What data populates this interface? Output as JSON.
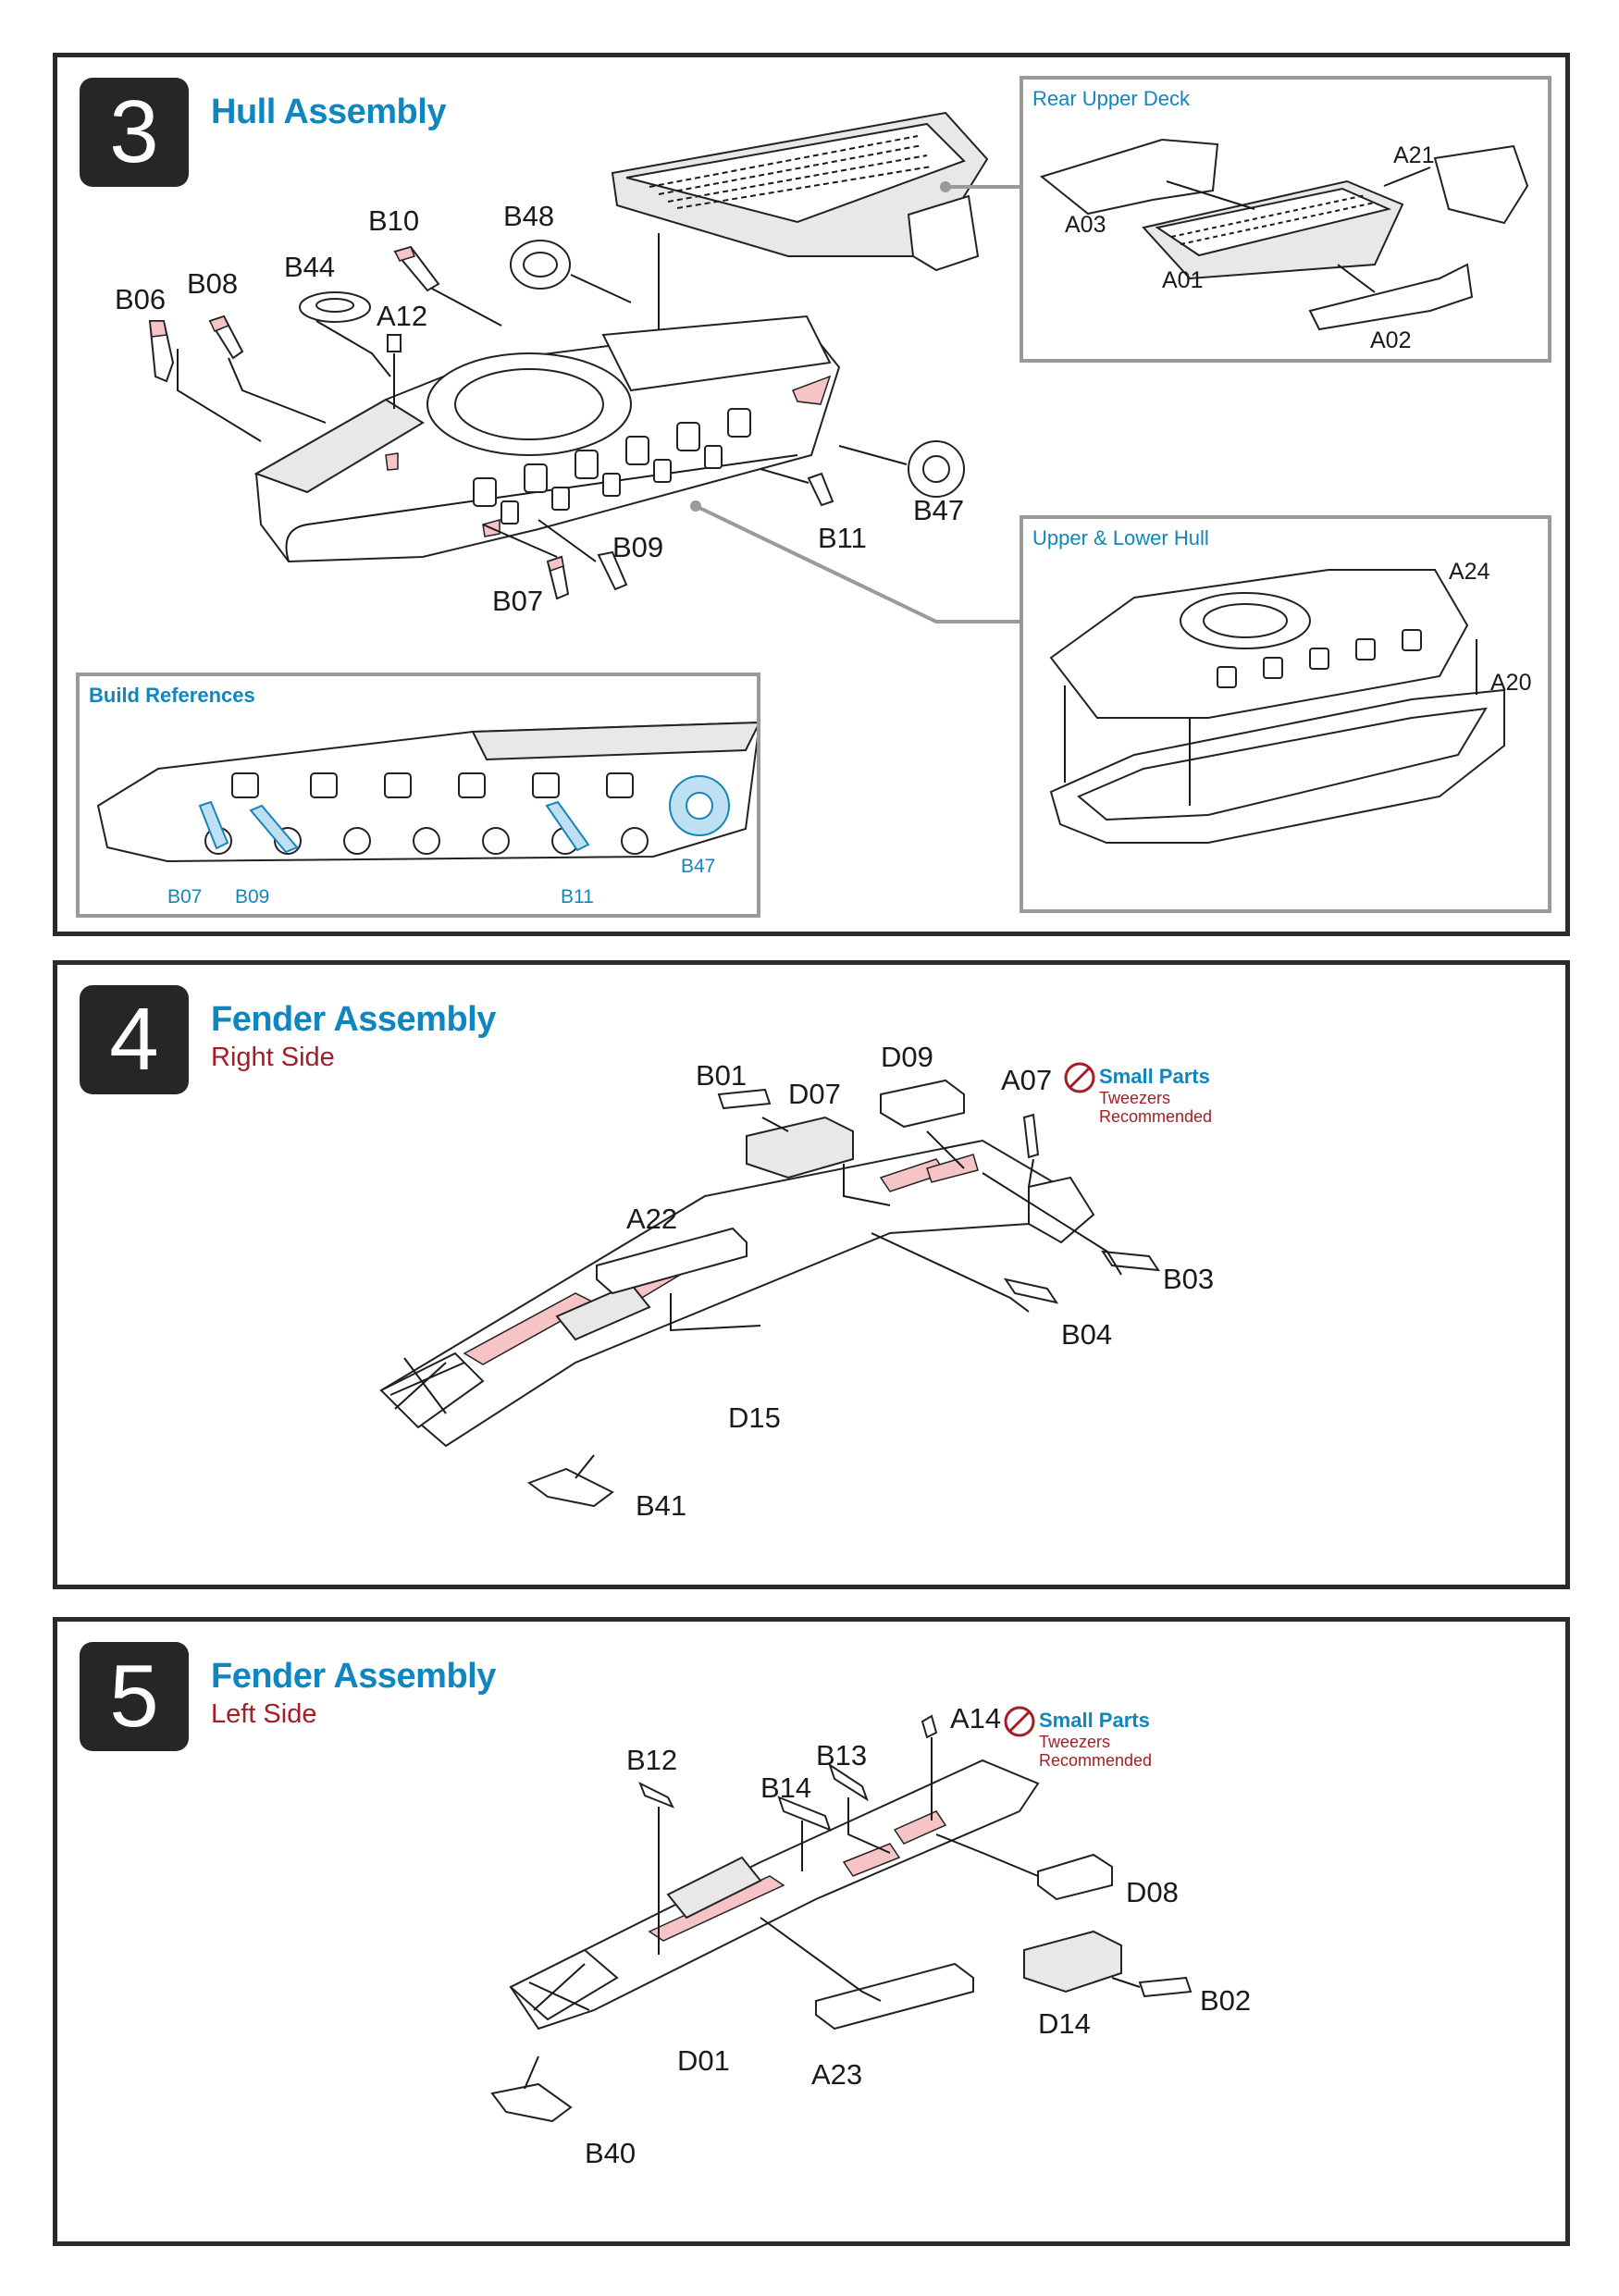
{
  "steps": [
    {
      "number": "3",
      "title": "Hull Assembly",
      "parts": [
        "B06",
        "B08",
        "B44",
        "B10",
        "A12",
        "B48",
        "B47",
        "B11",
        "B09",
        "B07"
      ],
      "build_references": {
        "title": "Build References",
        "parts": [
          "B07",
          "B09",
          "B11",
          "B47"
        ]
      },
      "rear_upper_deck": {
        "title": "Rear Upper Deck",
        "parts": [
          "A21",
          "A03",
          "A01",
          "A02"
        ]
      },
      "upper_lower_hull": {
        "title": "Upper & Lower Hull",
        "parts": [
          "A24",
          "A20"
        ]
      }
    },
    {
      "number": "4",
      "title": "Fender Assembly",
      "subtitle": "Right Side",
      "parts": [
        "B01",
        "D07",
        "D09",
        "A07",
        "A22",
        "B03",
        "B04",
        "D15",
        "B41"
      ],
      "note": {
        "title": "Small Parts",
        "line1": "Tweezers",
        "line2": "Recommended"
      }
    },
    {
      "number": "5",
      "title": "Fender Assembly",
      "subtitle": "Left Side",
      "parts": [
        "B13",
        "A14",
        "B14",
        "B12",
        "D08",
        "B02",
        "D14",
        "D01",
        "A23",
        "B40"
      ],
      "note": {
        "title": "Small Parts",
        "line1": "Tweezers",
        "line2": "Recommended"
      }
    }
  ],
  "colors": {
    "accent_blue": "#0f86bf",
    "accent_red": "#a51d25",
    "highlight_pink": "#f6c4c4",
    "frame": "#2a2a2a"
  },
  "icons": {
    "small_parts": "tweezers-prohibited-icon"
  }
}
